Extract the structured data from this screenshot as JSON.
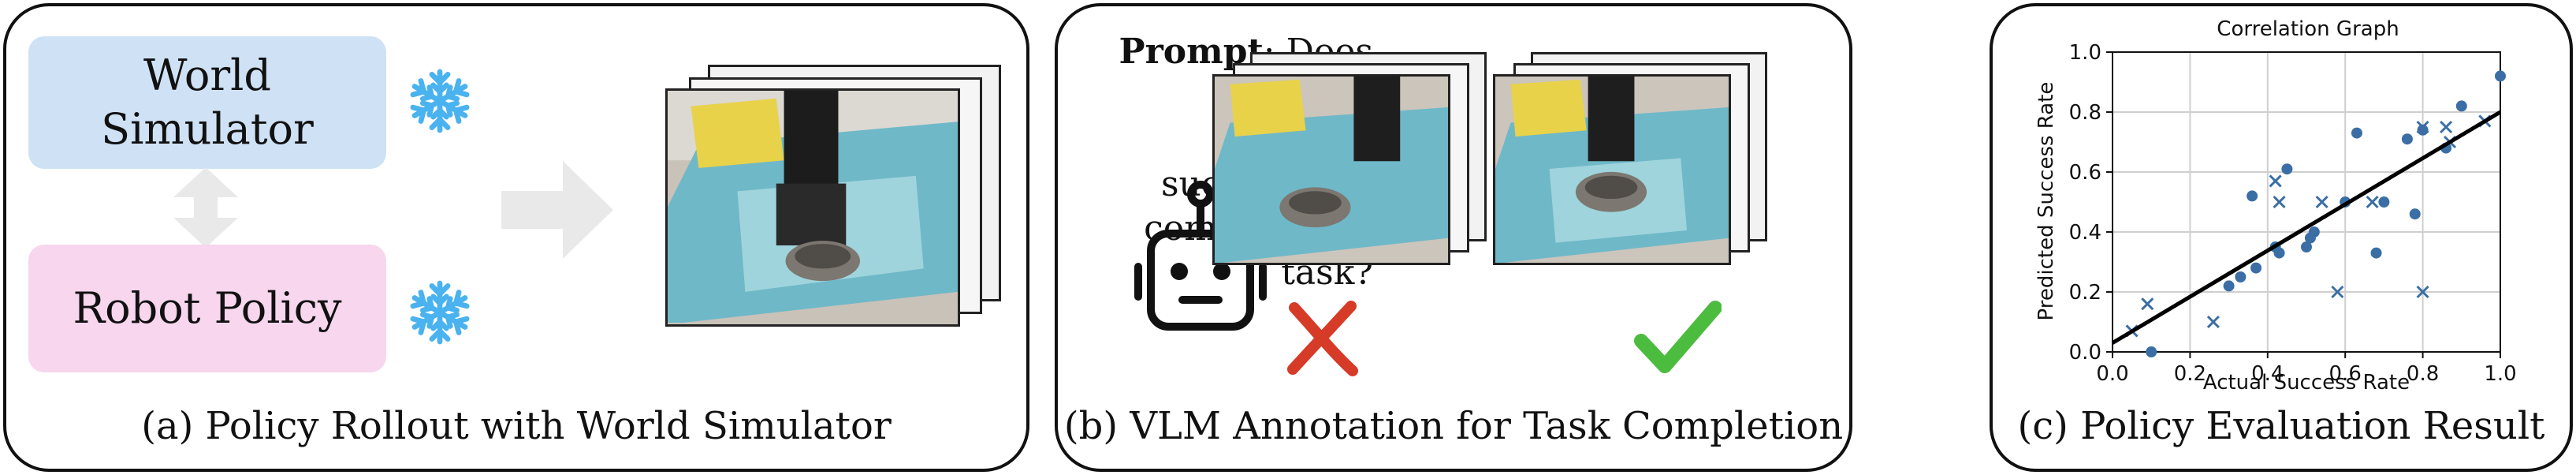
{
  "panel_a": {
    "box_top_line1": "World",
    "box_top_line2": "Simulator",
    "box_bottom": "Robot Policy",
    "caption": "(a) Policy Rollout with World Simulator",
    "colors": {
      "sim_box": "#cfe2f5",
      "policy_box": "#f7d6ee",
      "snowflake": "#4ab3ef",
      "arrow": "#e9e9e9"
    },
    "icons": [
      "snowflake-icon",
      "snowflake-icon",
      "double-arrow-icon",
      "right-arrow-icon"
    ]
  },
  "panel_b": {
    "prompt_bold": "Prompt",
    "prompt_rest_line1": ": Does the",
    "prompt_line2": "robot successfully",
    "prompt_line3": "complete the task?",
    "caption": "(b) VLM Annotation for Task Completion",
    "icons": [
      "robot-icon",
      "cross-icon",
      "check-icon"
    ],
    "colors": {
      "cross": "#d63b28",
      "check": "#4cbc3f"
    }
  },
  "panel_c": {
    "caption": "(c) Policy Evaluation Result",
    "chart_data": {
      "type": "scatter",
      "title": "Correlation Graph",
      "xlabel": "Actual Success Rate",
      "ylabel": "Predicted Success Rate",
      "xlim": [
        0,
        1
      ],
      "ylim": [
        0,
        1
      ],
      "xticks": [
        "0.0",
        "0.2",
        "0.4",
        "0.6",
        "0.8",
        "1.0"
      ],
      "yticks": [
        "0.0",
        "0.2",
        "0.4",
        "0.6",
        "0.8",
        "1.0"
      ],
      "grid": true,
      "color": "#3a6ea5",
      "series": [
        {
          "marker": "circle",
          "points": [
            [
              0.1,
              0.0
            ],
            [
              0.3,
              0.22
            ],
            [
              0.33,
              0.25
            ],
            [
              0.36,
              0.52
            ],
            [
              0.37,
              0.28
            ],
            [
              0.42,
              0.35
            ],
            [
              0.43,
              0.33
            ],
            [
              0.45,
              0.61
            ],
            [
              0.5,
              0.35
            ],
            [
              0.51,
              0.38
            ],
            [
              0.52,
              0.4
            ],
            [
              0.6,
              0.5
            ],
            [
              0.63,
              0.73
            ],
            [
              0.68,
              0.33
            ],
            [
              0.7,
              0.5
            ],
            [
              0.76,
              0.71
            ],
            [
              0.78,
              0.46
            ],
            [
              0.8,
              0.74
            ],
            [
              0.86,
              0.68
            ],
            [
              0.9,
              0.82
            ],
            [
              1.0,
              0.92
            ]
          ]
        },
        {
          "marker": "x",
          "points": [
            [
              0.05,
              0.07
            ],
            [
              0.09,
              0.16
            ],
            [
              0.26,
              0.1
            ],
            [
              0.42,
              0.57
            ],
            [
              0.43,
              0.5
            ],
            [
              0.54,
              0.5
            ],
            [
              0.58,
              0.2
            ],
            [
              0.67,
              0.5
            ],
            [
              0.8,
              0.2
            ],
            [
              0.8,
              0.75
            ],
            [
              0.86,
              0.75
            ],
            [
              0.87,
              0.7
            ],
            [
              0.96,
              0.77
            ]
          ]
        }
      ],
      "fit_line": [
        [
          0.0,
          0.03
        ],
        [
          1.0,
          0.8
        ]
      ]
    }
  }
}
